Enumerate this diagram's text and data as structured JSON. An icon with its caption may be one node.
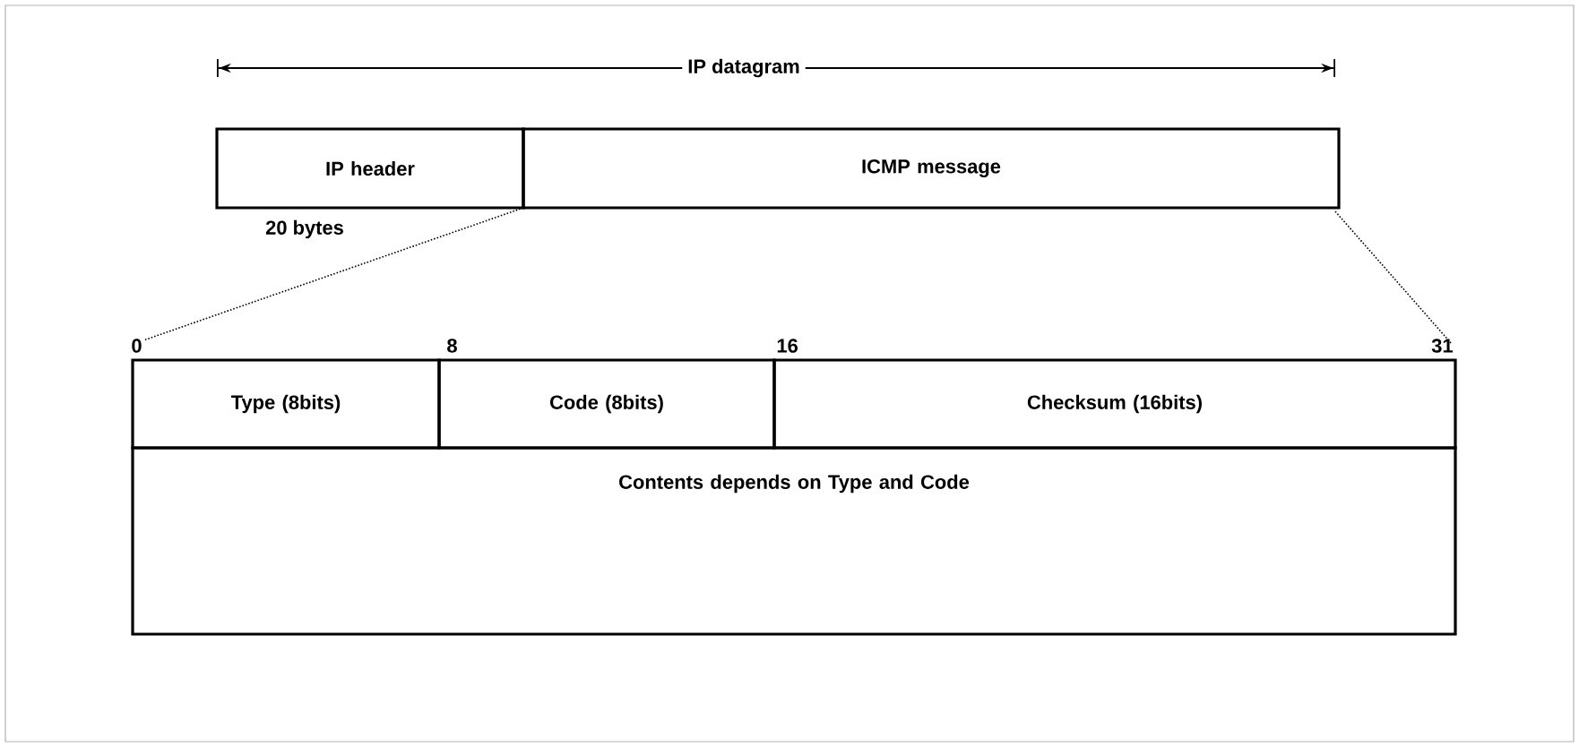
{
  "diagram": {
    "nodes": [
      {
        "text": [
          "IP header"
        ]
      },
      {
        "text": [
          "ICMP message"
        ]
      },
      {
        "text": [
          "Type (8bits)"
        ]
      },
      {
        "text": [
          "Code (8bits)"
        ]
      },
      {
        "text": [
          "Checksum (16bits)"
        ]
      },
      {
        "text": [
          "Contents depends on Type and Code"
        ]
      }
    ],
    "labels": [
      "IP datagram",
      "20 bytes",
      "0",
      "8",
      "16",
      "31"
    ]
  }
}
